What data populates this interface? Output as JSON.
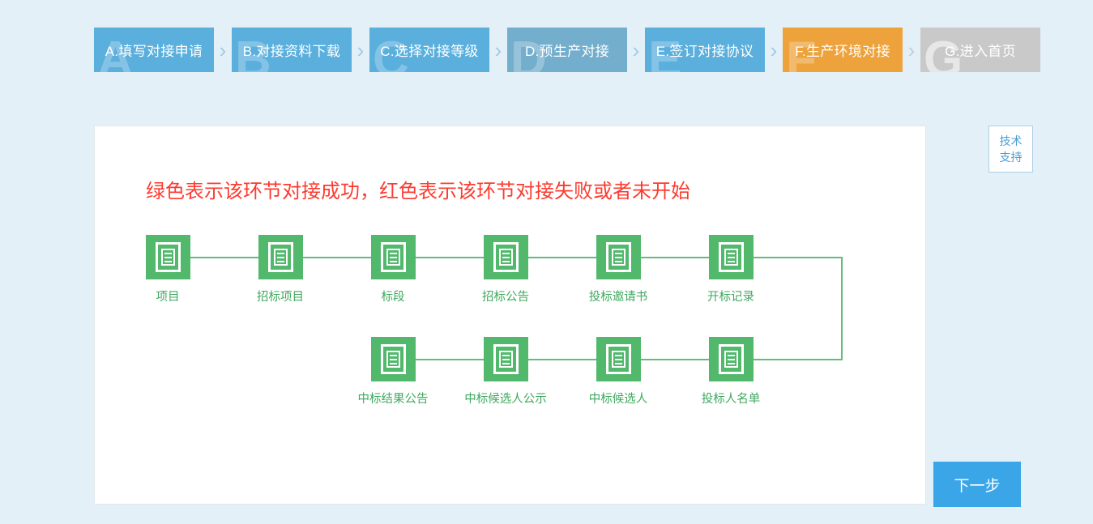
{
  "page": {
    "background_color": "#e4f0f7",
    "accent_blue": "#5aafdd",
    "active_orange": "#eda23b",
    "inactive_gray": "#c9c9c9",
    "node_green": "#52b96c",
    "notice_red": "#fd3b30"
  },
  "stepper": {
    "separator_glyph": "›",
    "steps": [
      {
        "key": "A",
        "ghost": "A",
        "label": "A.填写对接申请",
        "state": "done"
      },
      {
        "key": "B",
        "ghost": "B",
        "label": "B.对接资料下载",
        "state": "done"
      },
      {
        "key": "C",
        "ghost": "C",
        "label": "C.选择对接等级",
        "state": "done"
      },
      {
        "key": "D",
        "ghost": "D",
        "label": "D.预生产对接",
        "state": "done-muted"
      },
      {
        "key": "E",
        "ghost": "E",
        "label": "E.签订对接协议",
        "state": "done"
      },
      {
        "key": "F",
        "ghost": "F",
        "label": "F.生产环境对接",
        "state": "active"
      },
      {
        "key": "G",
        "ghost": "G",
        "label": "G.进入首页",
        "state": "inactive"
      }
    ]
  },
  "support": {
    "line1": "技术",
    "line2": "支持"
  },
  "card": {
    "notice": "绿色表示该环节对接成功，红色表示该环节对接失败或者未开始",
    "row1": [
      {
        "label": "项目",
        "status": "success"
      },
      {
        "label": "招标项目",
        "status": "success"
      },
      {
        "label": "标段",
        "status": "success"
      },
      {
        "label": "招标公告",
        "status": "success"
      },
      {
        "label": "投标邀请书",
        "status": "success"
      },
      {
        "label": "开标记录",
        "status": "success"
      }
    ],
    "row2": [
      {
        "label": "中标结果公告",
        "status": "success"
      },
      {
        "label": "中标候选人公示",
        "status": "success"
      },
      {
        "label": "中标候选人",
        "status": "success"
      },
      {
        "label": "投标人名单",
        "status": "success"
      }
    ]
  },
  "footer": {
    "next_label": "下一步"
  }
}
